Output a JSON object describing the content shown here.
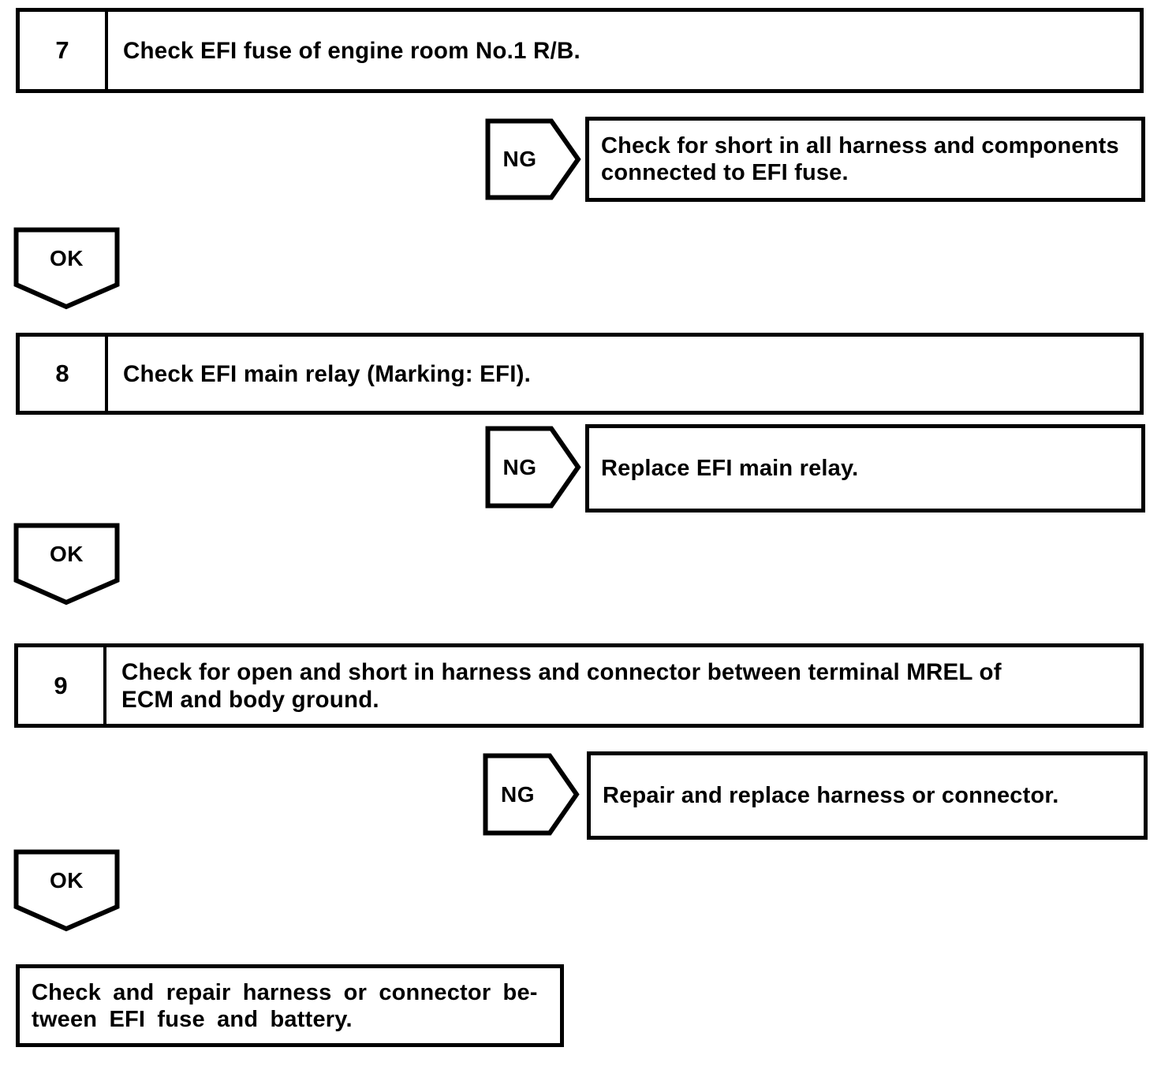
{
  "page": {
    "background_color": "#ffffff",
    "ink_color": "#000000",
    "kind": "diagnostic-flowchart"
  },
  "steps": [
    {
      "number": "7",
      "title": "Check EFI fuse of engine room No.1 R/B.",
      "ng_label": "NG",
      "ng_result": "Check for short in all harness and components\nconnected to EFI fuse.",
      "ok_label": "OK"
    },
    {
      "number": "8",
      "title": "Check EFI main relay (Marking: EFI).",
      "ng_label": "NG",
      "ng_result": "Replace EFI main relay.",
      "ok_label": "OK"
    },
    {
      "number": "9",
      "title": "Check for open and short in harness and connector between terminal MREL of\nECM and body ground.",
      "ng_label": "NG",
      "ng_result": "Repair and replace harness or connector.",
      "ok_label": "OK"
    }
  ],
  "final": {
    "text": "Check and repair harness or connector be-\ntween EFI fuse and battery."
  }
}
